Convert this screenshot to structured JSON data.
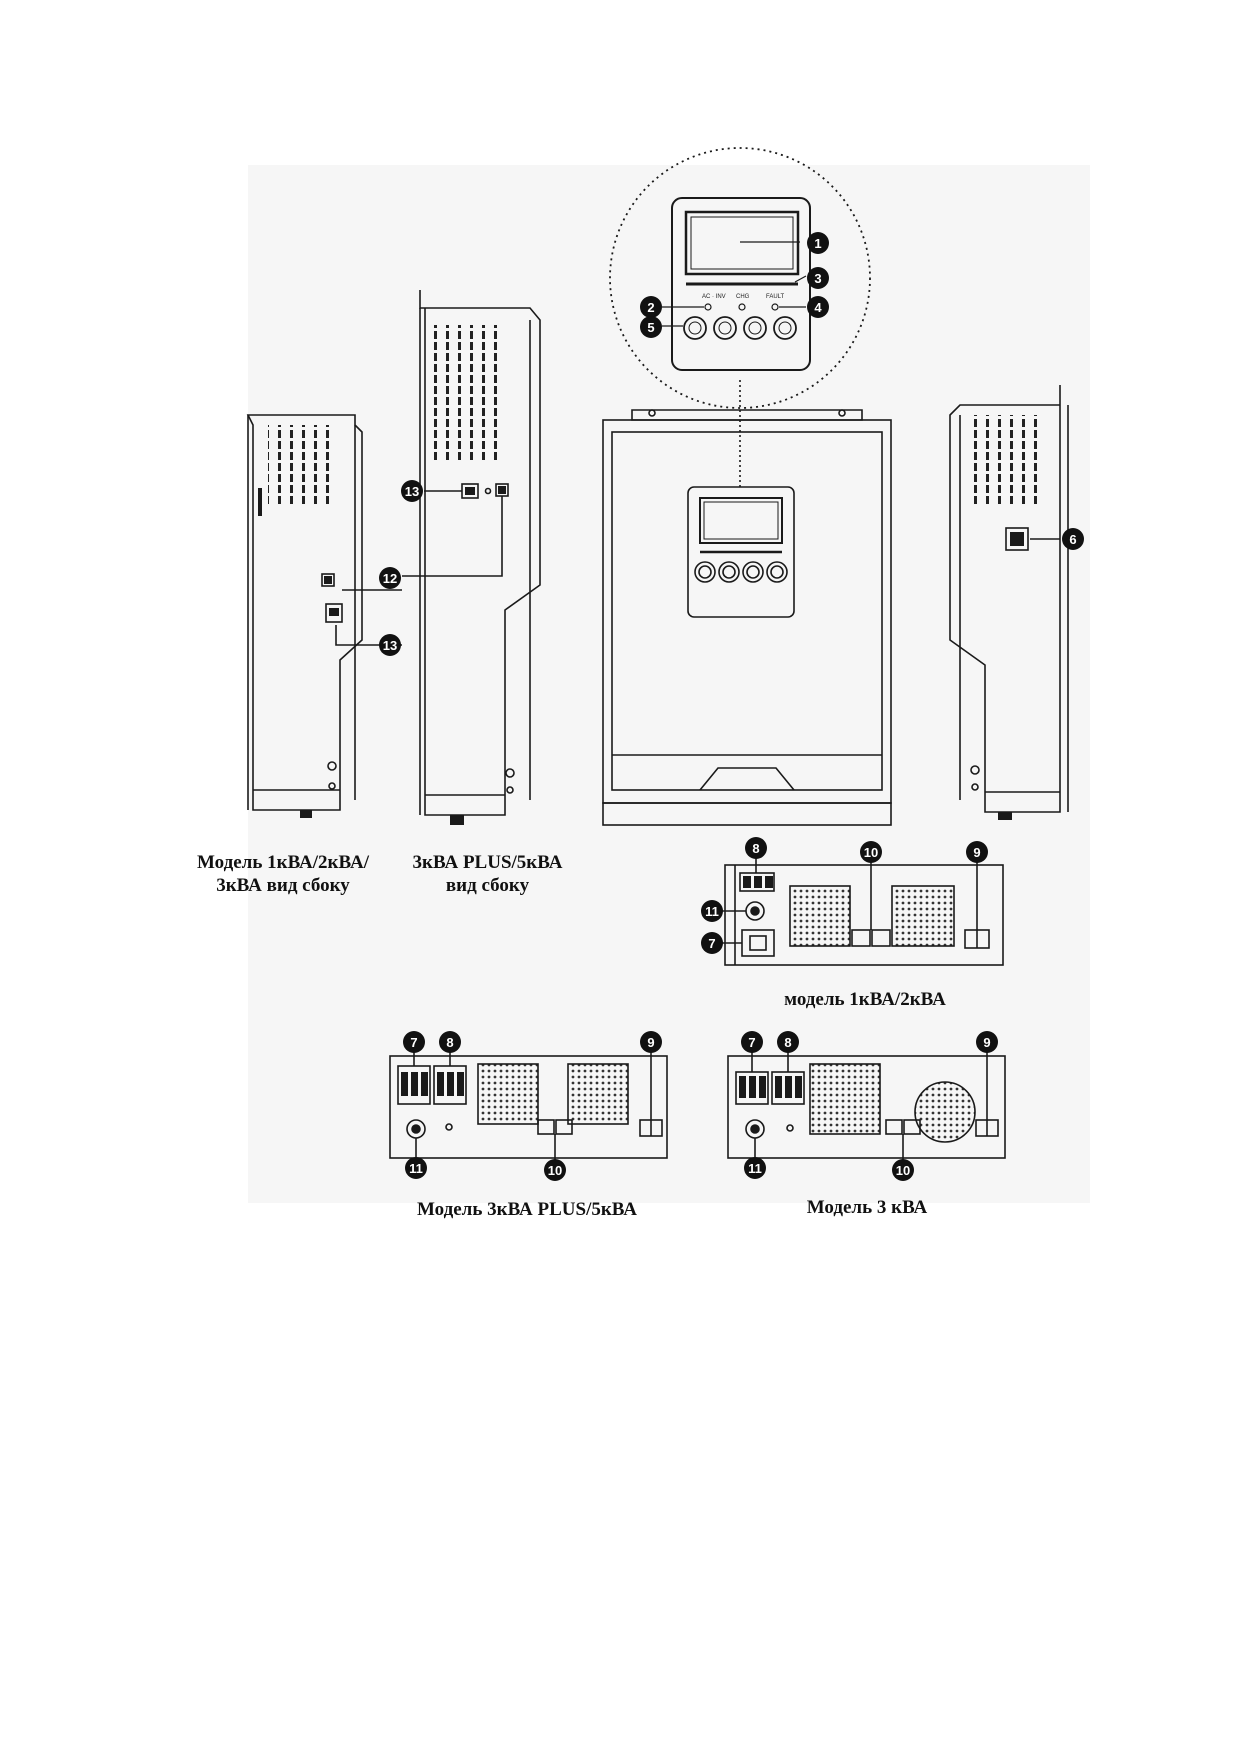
{
  "figure": {
    "captions": {
      "side_small": [
        "Модель 1кВА/2кВА/",
        "3кВА вид сбоку"
      ],
      "side_large": [
        "3кВА PLUS/5кВА",
        "вид сбоку"
      ],
      "bottom_small": "модель 1кВА/2кВА",
      "bottom_plus": "Модель 3кВА PLUS/5кВА",
      "bottom_3k": "Модель 3 кВА"
    },
    "callouts": {
      "lcd": "1",
      "led_left": "2",
      "led_bar": "3",
      "led_right": "4",
      "buttons": "5",
      "power_switch": "6",
      "ac_input_small": "7",
      "ac_output_small": "8",
      "battery_small": "9",
      "rs232_small": "10",
      "breaker_small": "11",
      "usb_side": "12",
      "rj45_side_small": "13",
      "rj45_side_large": "13",
      "plus_ac_input": "7",
      "plus_ac_output": "8",
      "plus_battery": "9",
      "plus_breaker": "11",
      "plus_rs232": "10",
      "k3_ac_input": "7",
      "k3_ac_output": "8",
      "k3_battery": "9",
      "k3_breaker": "11",
      "k3_rs232": "10"
    },
    "colors": {
      "ink": "#1a1a1a",
      "panel_bg": "#f6f6f6",
      "badge": "#111111"
    }
  }
}
